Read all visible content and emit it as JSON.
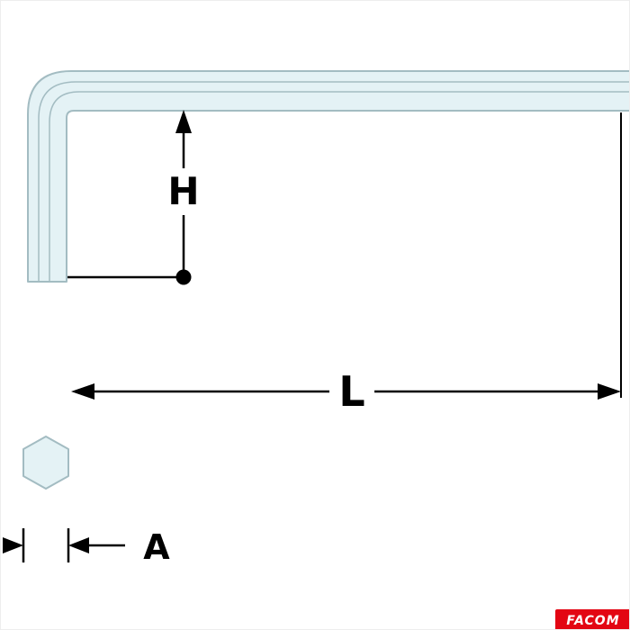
{
  "diagram": {
    "type": "technical-dimension-drawing",
    "subject": "L-shaped hex allen key with dimension callouts",
    "dimension_labels": {
      "h": "H",
      "l": "L",
      "a": "A"
    },
    "colors": {
      "tool_fill": "#e4f2f5",
      "tool_stroke": "#a3bcc2",
      "dimension": "#000000",
      "logo_bg": "#e30613",
      "logo_text": "#ffffff"
    },
    "logo": {
      "text": "FACOM"
    }
  }
}
